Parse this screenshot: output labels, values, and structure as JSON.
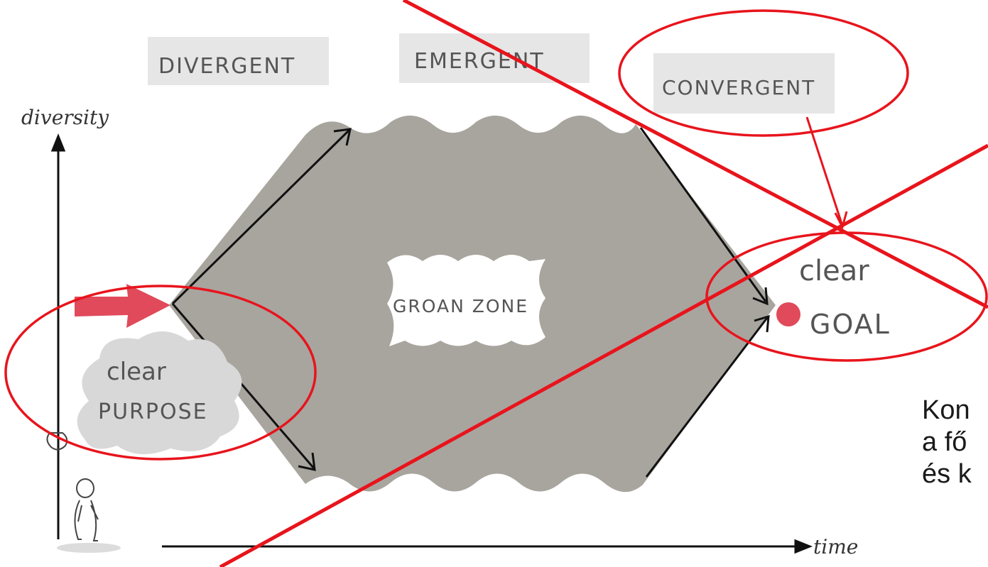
{
  "phases": {
    "divergent": "DIVERGENT",
    "emergent": "EMERGENT",
    "convergent": "CONVERGENT"
  },
  "axes": {
    "y_label": "diversity",
    "x_label": "time"
  },
  "zone_label": "GROAN ZONE",
  "start": {
    "line1": "clear",
    "line2": "PURPOSE"
  },
  "end": {
    "line1": "clear",
    "line2": "GOAL"
  },
  "overlay_text": {
    "line1": "Kon",
    "line2": "a fő",
    "line3": "és k"
  },
  "colors": {
    "annotation_red": "#e8141c",
    "shape_gray": "#a8a59f",
    "label_bg": "#e6e6e6",
    "accent_pink": "#e04a5a"
  }
}
